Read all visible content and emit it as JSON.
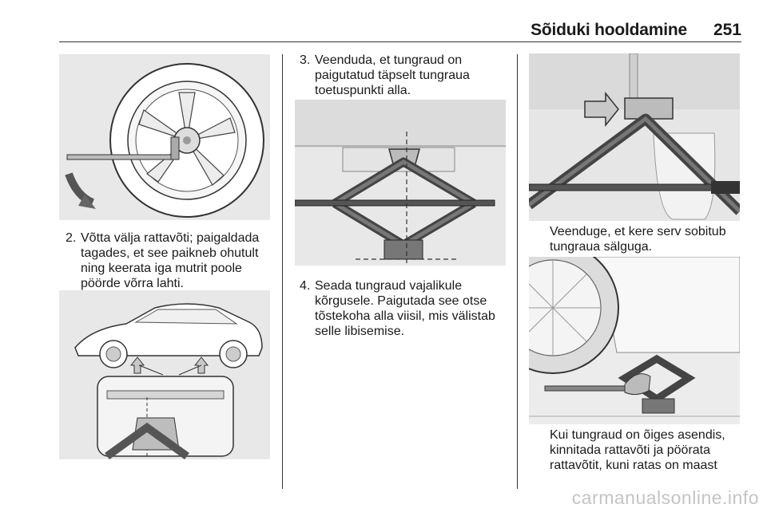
{
  "header": {
    "title": "Sõiduki hooldamine",
    "page_number": "251"
  },
  "column1": {
    "step2": {
      "number": "2.",
      "text": "Võtta välja rattavõti; paigaldada tagades, et see paikneb ohutult ning keerata iga mutrit poole pöörde võrra lahti."
    }
  },
  "column2": {
    "step3": {
      "number": "3.",
      "text": "Veenduda, et tungraud on paigutatud täpselt tungraua toetuspunkti alla."
    },
    "step4": {
      "number": "4.",
      "text": "Seada tungraud vajalikule kõrgusele. Paigutada see otse tõstekoha alla viisil, mis välistab selle libisemise."
    }
  },
  "column3": {
    "caption1": "Veenduge, et kere serv sobitub tungraua sälguga.",
    "caption2": "Kui tungraud on õiges asendis, kinnitada rattavõti ja pöörata rattavõtit, kuni ratas on maast"
  },
  "watermark": "carmanualsonline.info",
  "colors": {
    "figure_bg": "#e8e8e8",
    "line": "#333333",
    "arrow_fill": "#c8c8c8"
  }
}
